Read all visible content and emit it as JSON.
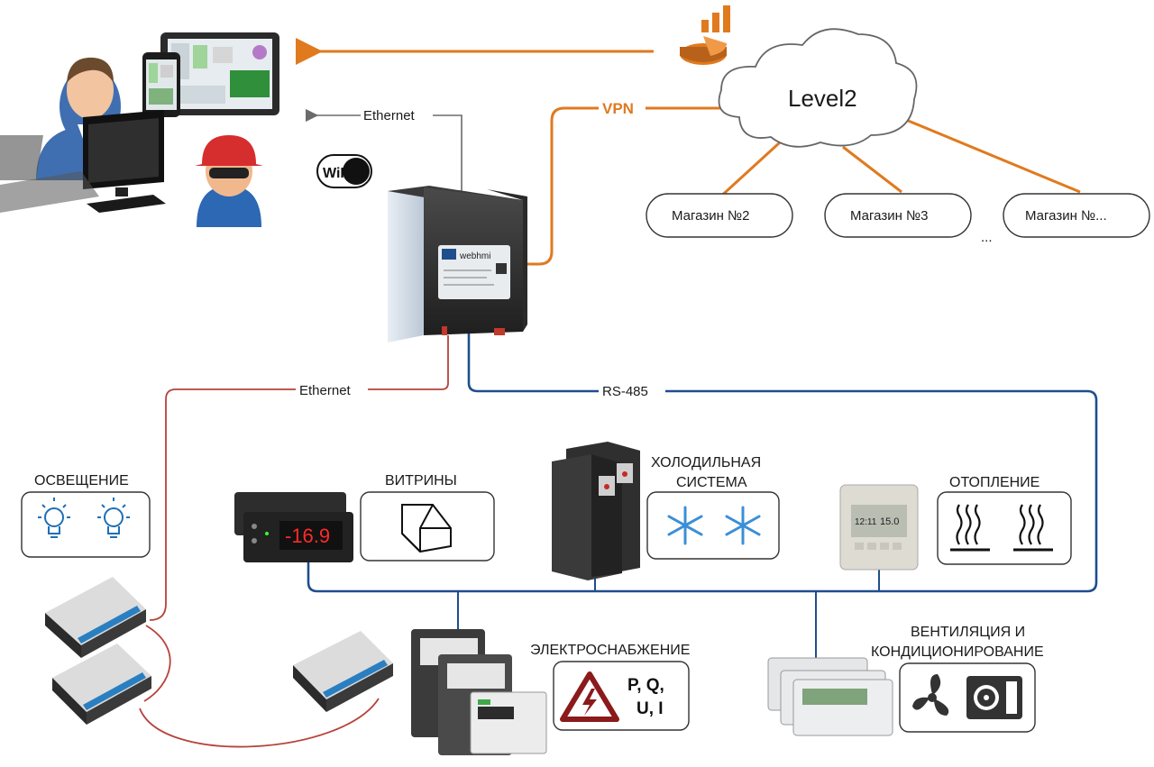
{
  "cloud": {
    "label": "Level2"
  },
  "links": {
    "ethernet_top": "Ethernet",
    "ethernet_bottom": "Ethernet",
    "vpn": "VPN",
    "rs485": "RS-485"
  },
  "device": {
    "brand": "webhmi"
  },
  "wifi": {
    "text": "WiFi"
  },
  "stores": [
    "Магазин №2",
    "Магазин №3",
    "Магазин №..."
  ],
  "stores_more": "...",
  "groups": {
    "lighting": "ОСВЕЩЕНИЕ",
    "showcases": "ВИТРИНЫ",
    "refrigeration": [
      "ХОЛОДИЛЬНАЯ",
      "СИСТЕМА"
    ],
    "heating": "ОТОПЛЕНИЕ",
    "power": "ЭЛЕКТРОСНАБЖЕНИЕ",
    "power_params": [
      "P, Q,",
      "U, I"
    ],
    "ventilation": [
      "ВЕНТИЛЯЦИЯ И",
      "КОНДИЦИОНИРОВАНИЕ"
    ]
  },
  "controller_display": "-16.9",
  "thermostat_display": {
    "time": "12:11",
    "temp": "15.0"
  },
  "colors": {
    "orange": "#E07A1F",
    "blue": "#1F4E8C",
    "red": "#B5433A",
    "gray": "#6b6b6b",
    "icon_blue": "#1E6FB5",
    "snow": "#3A8FD6",
    "warning": "#8B1A1A"
  }
}
